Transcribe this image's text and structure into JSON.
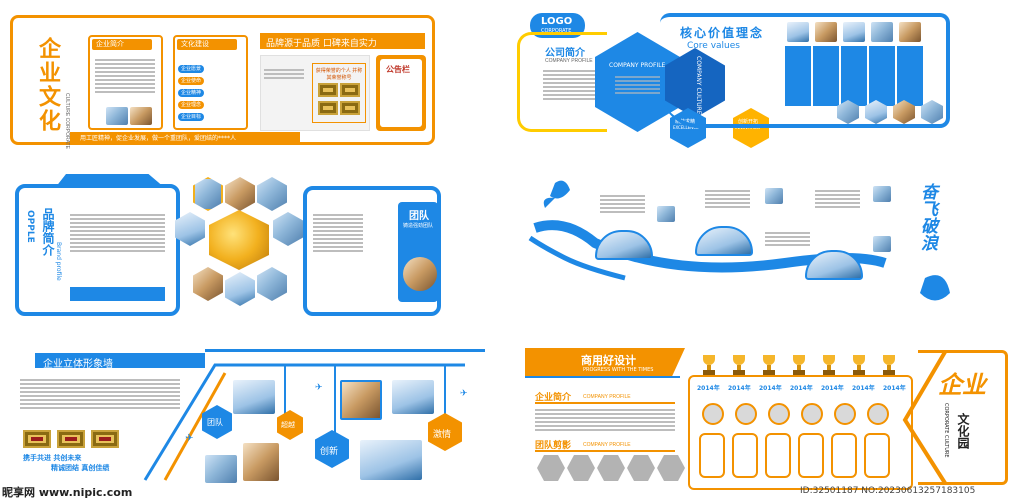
{
  "panel1": {
    "vertical_title": "企业文化",
    "vertical_en": "CULTURE CORPORATE",
    "tab_intro": "企业简介",
    "tab_culture": "文化建设",
    "headline": "品牌源于品质 口碑来自实力",
    "notice_board": "公告栏",
    "award_title": "获得荣誉的个人 并称其荣誉称号",
    "bottom_slogan": "用工匠精神，促企业发展，做一个重团队，爱团结的****人",
    "culture_items": [
      "企业愿景",
      "企业使命",
      "企业精神",
      "企业理念",
      "企业目标"
    ]
  },
  "panel2": {
    "logo": "LOGO",
    "logo_sub": "CORPORATE",
    "intro_cn": "公司简介",
    "intro_en": "COMPANY PROFILE",
    "hex_profile": "COMPANY PROFILE",
    "hex_culture": "COMPANY CULTURE",
    "hex_excellence": "精益求精",
    "hex_excellence_en": "EXCELLENCE",
    "hex_innovation": "创新开拓",
    "hex_innovation_en": "INNOVATION",
    "core_cn": "核心价值理念",
    "core_en": "Core values"
  },
  "panel3": {
    "brand_cn": "品牌简介",
    "brand_en": "OPPLE",
    "brand_en2": "Brand profile",
    "team": "团队",
    "team_sub": "铸造强劲团队"
  },
  "panel4": {
    "calligraphy": "奋飞破浪"
  },
  "panel5": {
    "title": "企业立体形象墙",
    "team": "团队",
    "excellence": "超越",
    "innovation": "创新",
    "passion": "激情",
    "motto": [
      "携手共进 共创未来",
      "精诚团结 真创佳绩"
    ]
  },
  "panel6": {
    "banner": "商用好设计",
    "banner_en": "PROGRESS WITH THE TIMES",
    "intro_cn": "企业简介",
    "intro_en": "COMPANY PROFILE",
    "team_cn": "团队剪影",
    "team_en": "COMPANY PROFILE",
    "years": [
      "2014年",
      "2014年",
      "2014年",
      "2014年",
      "2014年",
      "2014年",
      "2014年"
    ],
    "garden_big": "企业",
    "garden": "文化园",
    "garden_en": "CORPORATE CULTURE"
  },
  "watermark": {
    "left": "昵享网 www.nipic.com",
    "right": "ID:32501187 NO:20230613257183105"
  },
  "colors": {
    "orange": "#f39200",
    "blue": "#1e88e5",
    "gold": "#f2b01e"
  }
}
